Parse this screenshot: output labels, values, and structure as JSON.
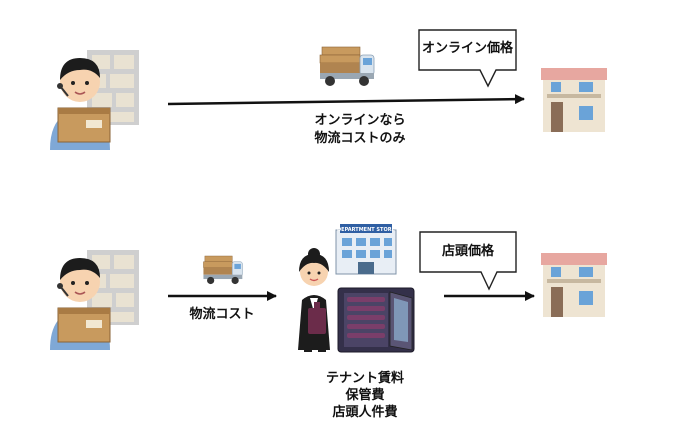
{
  "diagram": {
    "online_row": {
      "callout": "オンライン価格",
      "caption_line1": "オンラインなら",
      "caption_line2": "物流コストのみ"
    },
    "store_row": {
      "callout": "店頭価格",
      "arrow_label": "物流コスト",
      "caption_line1": "テナント賃料",
      "caption_line2": "保管費",
      "caption_line3": "店頭人件費",
      "store_sign": "DEPARTMENT STORE"
    }
  },
  "colors": {
    "arrow": "#111111",
    "shirt": "#7fa8d6",
    "box": "#c89a5e",
    "shelf": "#bdbdbd",
    "house_wall": "#eee4d2",
    "house_roof": "#e7a7a0",
    "house_window": "#6aa3d8",
    "truck_cargo": "#c89a5e",
    "cellar": "#34304a"
  }
}
